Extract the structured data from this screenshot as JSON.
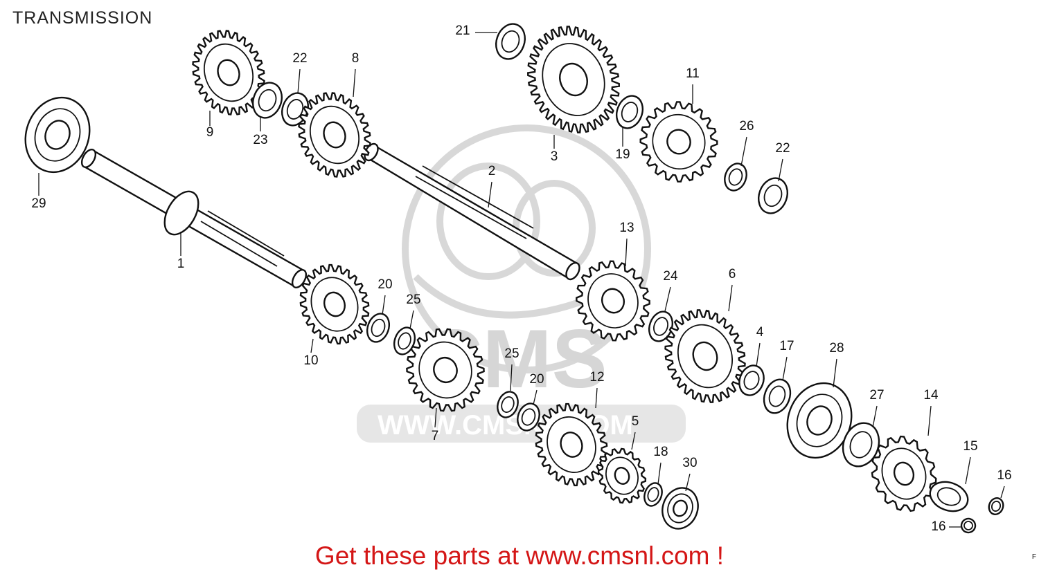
{
  "title": "TRANSMISSION",
  "footer": "Get these parts at www.cmsnl.com !",
  "corner_mark": "F",
  "watermark": {
    "logo_text": "CMS",
    "url_text": "WWW.CMSNL.COM",
    "color": "#d6d6d6"
  },
  "footer_color": "#d41616",
  "callouts": [
    {
      "id": "c-9",
      "label": "9"
    },
    {
      "id": "c-22a",
      "label": "22"
    },
    {
      "id": "c-8",
      "label": "8"
    },
    {
      "id": "c-23",
      "label": "23"
    },
    {
      "id": "c-29",
      "label": "29"
    },
    {
      "id": "c-1",
      "label": "1"
    },
    {
      "id": "c-21",
      "label": "21"
    },
    {
      "id": "c-3",
      "label": "3"
    },
    {
      "id": "c-11",
      "label": "11"
    },
    {
      "id": "c-19",
      "label": "19"
    },
    {
      "id": "c-26",
      "label": "26"
    },
    {
      "id": "c-22b",
      "label": "22"
    },
    {
      "id": "c-2",
      "label": "2"
    },
    {
      "id": "c-13",
      "label": "13"
    },
    {
      "id": "c-24",
      "label": "24"
    },
    {
      "id": "c-6",
      "label": "6"
    },
    {
      "id": "c-10",
      "label": "10"
    },
    {
      "id": "c-20a",
      "label": "20"
    },
    {
      "id": "c-25a",
      "label": "25"
    },
    {
      "id": "c-7",
      "label": "7"
    },
    {
      "id": "c-25b",
      "label": "25"
    },
    {
      "id": "c-20b",
      "label": "20"
    },
    {
      "id": "c-12",
      "label": "12"
    },
    {
      "id": "c-5",
      "label": "5"
    },
    {
      "id": "c-18",
      "label": "18"
    },
    {
      "id": "c-30",
      "label": "30"
    },
    {
      "id": "c-4",
      "label": "4"
    },
    {
      "id": "c-17",
      "label": "17"
    },
    {
      "id": "c-28",
      "label": "28"
    },
    {
      "id": "c-27",
      "label": "27"
    },
    {
      "id": "c-14",
      "label": "14"
    },
    {
      "id": "c-15",
      "label": "15"
    },
    {
      "id": "c-16a",
      "label": "16"
    },
    {
      "id": "c-16b",
      "label": "16"
    }
  ]
}
